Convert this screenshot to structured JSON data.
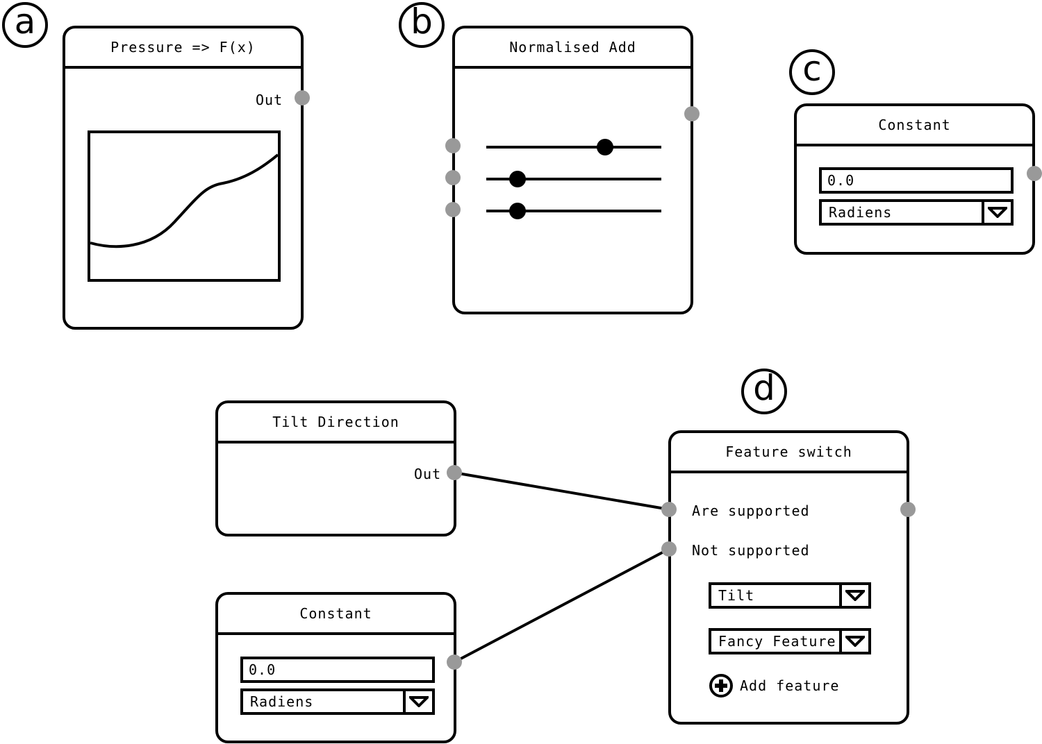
{
  "badges": {
    "a": "a",
    "b": "b",
    "c": "c",
    "d": "d"
  },
  "pressure_node": {
    "title": "Pressure => F(x)",
    "out_label": "Out"
  },
  "normalised_add_node": {
    "title": "Normalised Add",
    "slider_levels": [
      0.68,
      0.18,
      0.18
    ]
  },
  "constant_node_c": {
    "title": "Constant",
    "value": "0.0",
    "unit": "Radiens"
  },
  "tilt_node": {
    "title": "Tilt Direction",
    "out_label": "Out"
  },
  "constant_node_bottom": {
    "title": "Constant",
    "value": "0.0",
    "unit": "Radiens"
  },
  "feature_switch_node": {
    "title": "Feature switch",
    "input_are_supported": "Are supported",
    "input_not_supported": "Not supported",
    "feature_1": "Tilt",
    "feature_2": "Fancy Feature",
    "add_feature": "Add feature"
  },
  "colors": {
    "port": "#999999",
    "stroke": "#000000"
  }
}
